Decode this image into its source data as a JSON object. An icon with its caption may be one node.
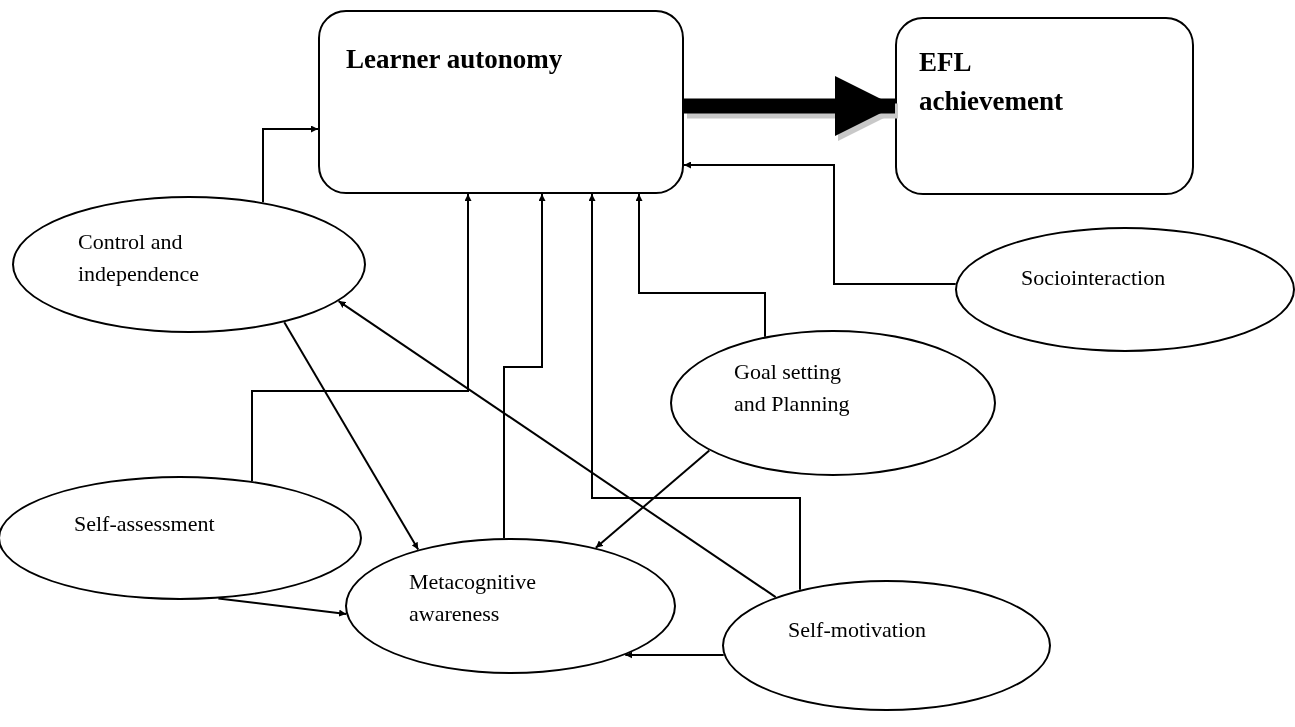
{
  "diagram": {
    "nodes": [
      {
        "text": [
          "Learner autonomy"
        ]
      },
      {
        "text": [
          "EFL achievement"
        ]
      },
      {
        "text": [
          "Control and independence"
        ]
      },
      {
        "text": [
          "Sociointeraction"
        ]
      },
      {
        "text": [
          "Goal setting and Planning"
        ]
      },
      {
        "text": [
          "Self-assessment"
        ]
      },
      {
        "text": [
          "Metacognitive awareness"
        ]
      },
      {
        "text": [
          "Self-motivation"
        ]
      }
    ],
    "edges": [
      {
        "from": 0,
        "to": 1,
        "arrow": "to",
        "style": "thick"
      },
      {
        "from": 2,
        "to": 0,
        "arrow": "to"
      },
      {
        "from": 5,
        "to": 0,
        "arrow": "to"
      },
      {
        "from": 6,
        "to": 0,
        "arrow": "to"
      },
      {
        "from": 7,
        "to": 0,
        "arrow": "to"
      },
      {
        "from": 4,
        "to": 0,
        "arrow": "to"
      },
      {
        "from": 3,
        "to": 0,
        "arrow": "to"
      },
      {
        "from": 2,
        "to": 6,
        "arrow": "to"
      },
      {
        "from": 7,
        "to": 2,
        "arrow": "to"
      },
      {
        "from": 4,
        "to": 6,
        "arrow": "to"
      },
      {
        "from": 5,
        "to": 6,
        "arrow": "to"
      },
      {
        "from": 7,
        "to": 6,
        "arrow": "to"
      }
    ]
  }
}
